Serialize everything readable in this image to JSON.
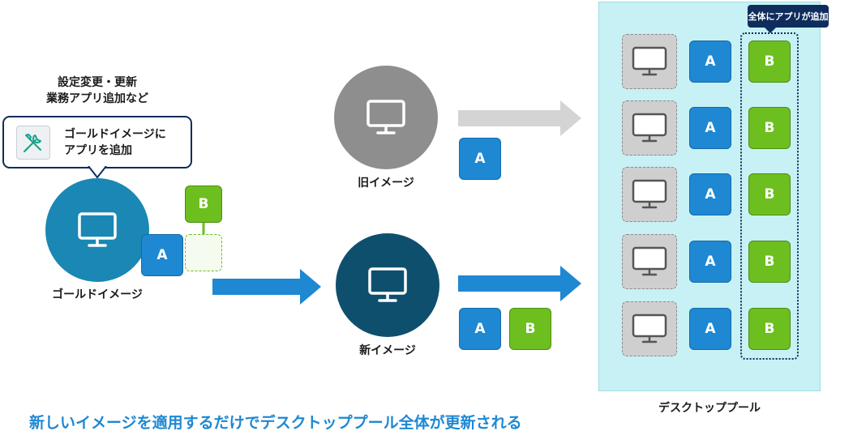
{
  "golden": {
    "callout_top_line1": "設定変更・更新",
    "callout_top_line2": "業務アプリ追加など",
    "bubble_line1": "ゴールドイメージに",
    "bubble_line2": "アプリを追加",
    "label": "ゴールドイメージ",
    "tile_a": "A",
    "tile_b": "B",
    "icon": "wrench-screwdriver-icon"
  },
  "old_image": {
    "label": "旧イメージ",
    "tile_a": "A"
  },
  "new_image": {
    "label": "新イメージ",
    "tile_a": "A",
    "tile_b": "B"
  },
  "pool": {
    "label": "デスクトッププール",
    "badge": "全体にアプリが追加",
    "rows": [
      {
        "a": "A",
        "b": "B"
      },
      {
        "a": "A",
        "b": "B"
      },
      {
        "a": "A",
        "b": "B"
      },
      {
        "a": "A",
        "b": "B"
      },
      {
        "a": "A",
        "b": "B"
      }
    ]
  },
  "caption": "新しいイメージを適用するだけでデスクトッププール全体が更新される",
  "colors": {
    "tile_a": "#1e88d2",
    "tile_b": "#6cbf1f",
    "golden_circle": "#1a87b4",
    "old_circle": "#8e8e8e",
    "new_circle": "#0e4f6e",
    "pool_bg": "#c7f1f4",
    "arrow_blue": "#1e88d2",
    "arrow_gray": "#d4d4d4",
    "navy": "#0f2d5c",
    "caption": "#1e88d2"
  }
}
